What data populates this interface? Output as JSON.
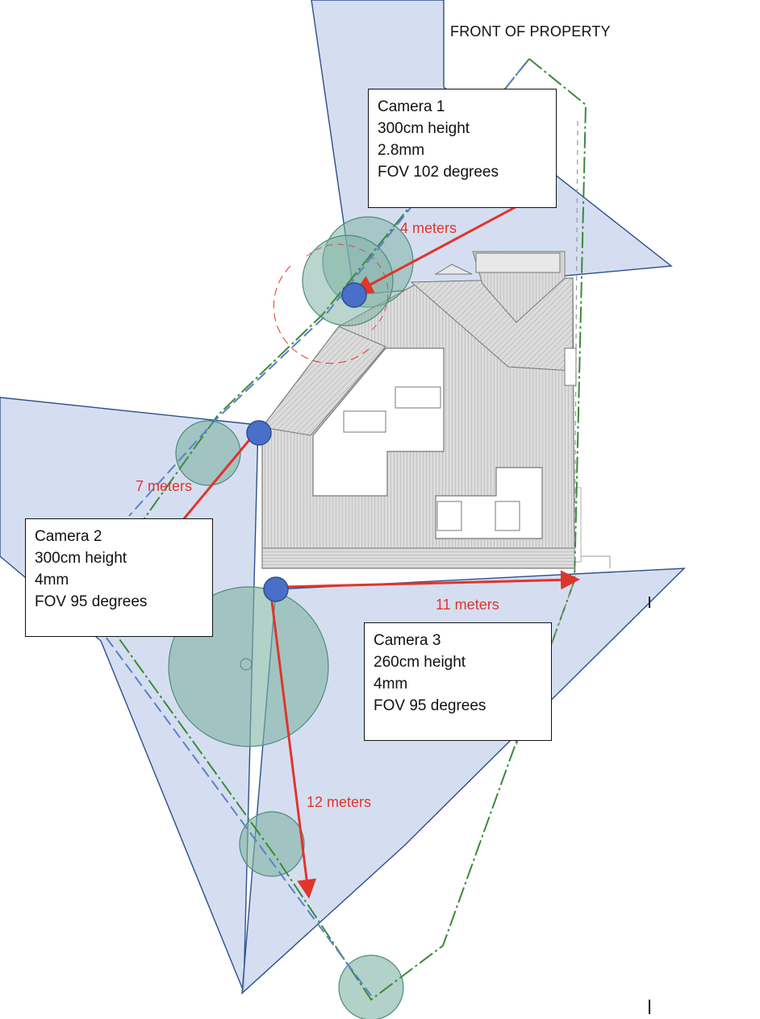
{
  "header": {
    "front_label": "FRONT OF PROPERTY"
  },
  "cameras": [
    {
      "id": "camera-1",
      "lines": [
        "Camera 1",
        "300cm height",
        "2.8mm",
        "FOV 102 degrees"
      ]
    },
    {
      "id": "camera-2",
      "lines": [
        "Camera 2",
        "300cm height",
        "4mm",
        "FOV 95 degrees"
      ]
    },
    {
      "id": "camera-3",
      "lines": [
        "Camera 3",
        "260cm height",
        "4mm",
        "FOV 95 degrees"
      ]
    }
  ],
  "distances": {
    "camera1_range": "4 meters",
    "camera2_range": "7 meters",
    "camera3_range_east": "11 meters",
    "camera3_range_south": "12 meters"
  },
  "colors": {
    "fov_fill": "#c7d3ec",
    "fov_stroke": "#2d4f8c",
    "camera_dot": "#4a6fc9",
    "arrow": "#e0352b",
    "tree_fill": "#7fb3a4",
    "fence": "#3b8a3a",
    "roof": "#c8c8c8"
  }
}
